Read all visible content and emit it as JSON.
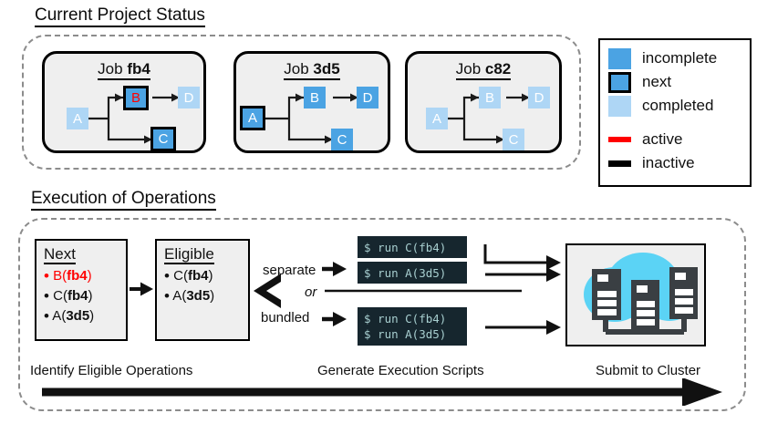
{
  "figure": {
    "title_top": "Current Project Status",
    "title_bottom": "Execution of Operations"
  },
  "jobs": [
    {
      "label_prefix": "Job ",
      "id": "fb4",
      "nodes": [
        {
          "name": "A",
          "state": "completed"
        },
        {
          "name": "B",
          "state": "next",
          "active": true
        },
        {
          "name": "C",
          "state": "next",
          "active": false
        },
        {
          "name": "D",
          "state": "completed"
        }
      ]
    },
    {
      "label_prefix": "Job ",
      "id": "3d5",
      "nodes": [
        {
          "name": "A",
          "state": "next",
          "active": false
        },
        {
          "name": "B",
          "state": "incomplete"
        },
        {
          "name": "C",
          "state": "incomplete"
        },
        {
          "name": "D",
          "state": "incomplete"
        }
      ]
    },
    {
      "label_prefix": "Job ",
      "id": "c82",
      "nodes": [
        {
          "name": "A",
          "state": "completed"
        },
        {
          "name": "B",
          "state": "completed"
        },
        {
          "name": "C",
          "state": "completed"
        },
        {
          "name": "D",
          "state": "completed"
        }
      ]
    }
  ],
  "legend": {
    "items": [
      {
        "key": "incomplete",
        "label": "incomplete",
        "swatch": "square",
        "color": "#4ba3e3"
      },
      {
        "key": "next",
        "label": "next",
        "swatch": "square-outlined",
        "color": "#4ba3e3"
      },
      {
        "key": "completed",
        "label": "completed",
        "swatch": "square",
        "color": "#aed6f5"
      },
      {
        "key": "active",
        "label": "active",
        "swatch": "line",
        "color": "#ff0000"
      },
      {
        "key": "inactive",
        "label": "inactive",
        "swatch": "line",
        "color": "#000000"
      }
    ]
  },
  "next_panel": {
    "heading": "Next",
    "items": [
      {
        "op": "B",
        "job": "fb4",
        "open": "(",
        "close": ")",
        "active": true
      },
      {
        "op": "C",
        "job": "fb4",
        "open": "(",
        "close": ")",
        "active": false
      },
      {
        "op": "A",
        "job": "3d5",
        "open": "(",
        "close": ")",
        "active": false
      }
    ]
  },
  "eligible_panel": {
    "heading": "Eligible",
    "items": [
      {
        "op": "C",
        "job": "fb4",
        "open": "(",
        "close": ")",
        "active": false
      },
      {
        "op": "A",
        "job": "3d5",
        "open": "(",
        "close": ")",
        "active": false
      }
    ]
  },
  "branch": {
    "separate_label": "separate",
    "or_label": "or",
    "bundled_label": "bundled"
  },
  "scripts": {
    "separate": [
      {
        "lines": [
          "$ run C(fb4)"
        ]
      },
      {
        "lines": [
          "$ run A(3d5)"
        ]
      }
    ],
    "bundled": [
      {
        "lines": [
          "$ run C(fb4)",
          "$ run A(3d5)"
        ]
      }
    ]
  },
  "cluster": {
    "icon_name": "cloud-cluster-icon",
    "cloud_color": "#5bd3f5",
    "server_color": "#3a3f43"
  },
  "stages": [
    {
      "caption": "Identify Eligible Operations"
    },
    {
      "caption": "Generate Execution Scripts"
    },
    {
      "caption": "Submit to Cluster"
    }
  ]
}
